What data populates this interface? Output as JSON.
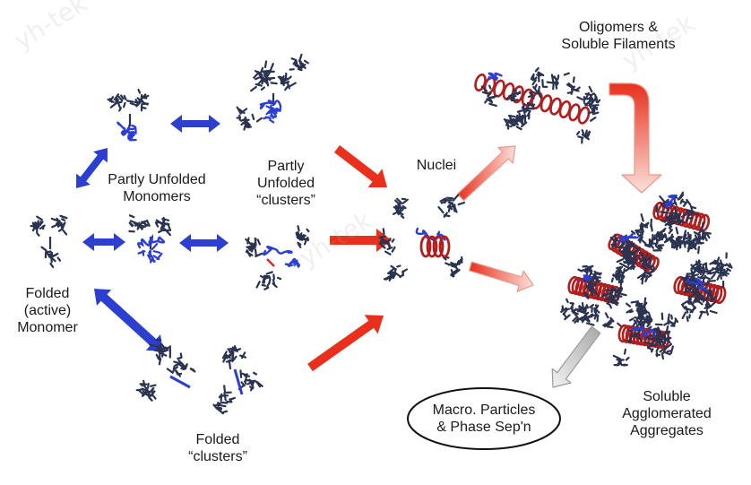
{
  "labels": {
    "folded_monomer": [
      "Folded",
      "(active)",
      "Monomer"
    ],
    "partly_unfolded_monomers": [
      "Partly Unfolded",
      "Monomers"
    ],
    "partly_unfolded_clusters": [
      "Partly",
      "Unfolded",
      "“clusters”"
    ],
    "folded_clusters": [
      "Folded",
      "“clusters”"
    ],
    "nuclei": "Nuclei",
    "oligomers": [
      "Oligomers &",
      "Soluble Filaments"
    ],
    "soluble_aggregates": [
      "Soluble",
      "Agglomerated",
      "Aggregates"
    ],
    "macro_particles": [
      "Macro. Particles",
      "& Phase Sep'n"
    ]
  },
  "watermark": "yh-tek",
  "colors": {
    "reversible_arrow": "#2d3fd1",
    "irreversible_arrow": "#e8301c",
    "faded_arrow": "#f4b0a4",
    "gray_arrow": "#cfcfcf",
    "protein_folded": "#2a3350",
    "protein_unfolded": "#2b3fd6",
    "fibril_core": "#b21e1e"
  }
}
